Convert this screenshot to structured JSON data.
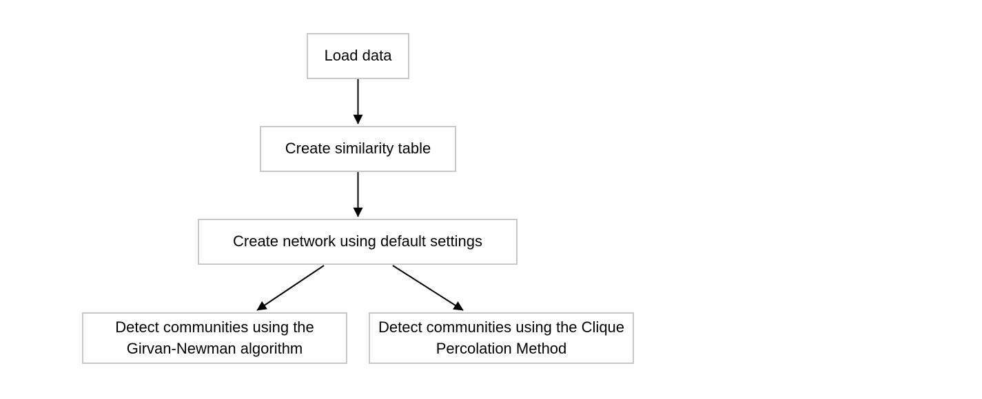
{
  "diagram": {
    "type": "flowchart",
    "nodes": [
      {
        "id": "load-data",
        "label": "Load data"
      },
      {
        "id": "create-similarity-table",
        "label": "Create similarity table"
      },
      {
        "id": "create-network-default-settings",
        "label": "Create network using default settings"
      },
      {
        "id": "detect-communities-girvan-newman",
        "label": "Detect communities using the Girvan-Newman algorithm"
      },
      {
        "id": "detect-communities-clique-percolation",
        "label": "Detect communities using the Clique Percolation Method"
      }
    ],
    "edges": [
      {
        "from": "load-data",
        "to": "create-similarity-table"
      },
      {
        "from": "create-similarity-table",
        "to": "create-network-default-settings"
      },
      {
        "from": "create-network-default-settings",
        "to": "detect-communities-girvan-newman"
      },
      {
        "from": "create-network-default-settings",
        "to": "detect-communities-clique-percolation"
      }
    ],
    "colors": {
      "box_border": "#c8c8c8",
      "box_fill": "#ffffff",
      "text": "#000000",
      "arrow": "#000000",
      "background": "#ffffff"
    }
  }
}
